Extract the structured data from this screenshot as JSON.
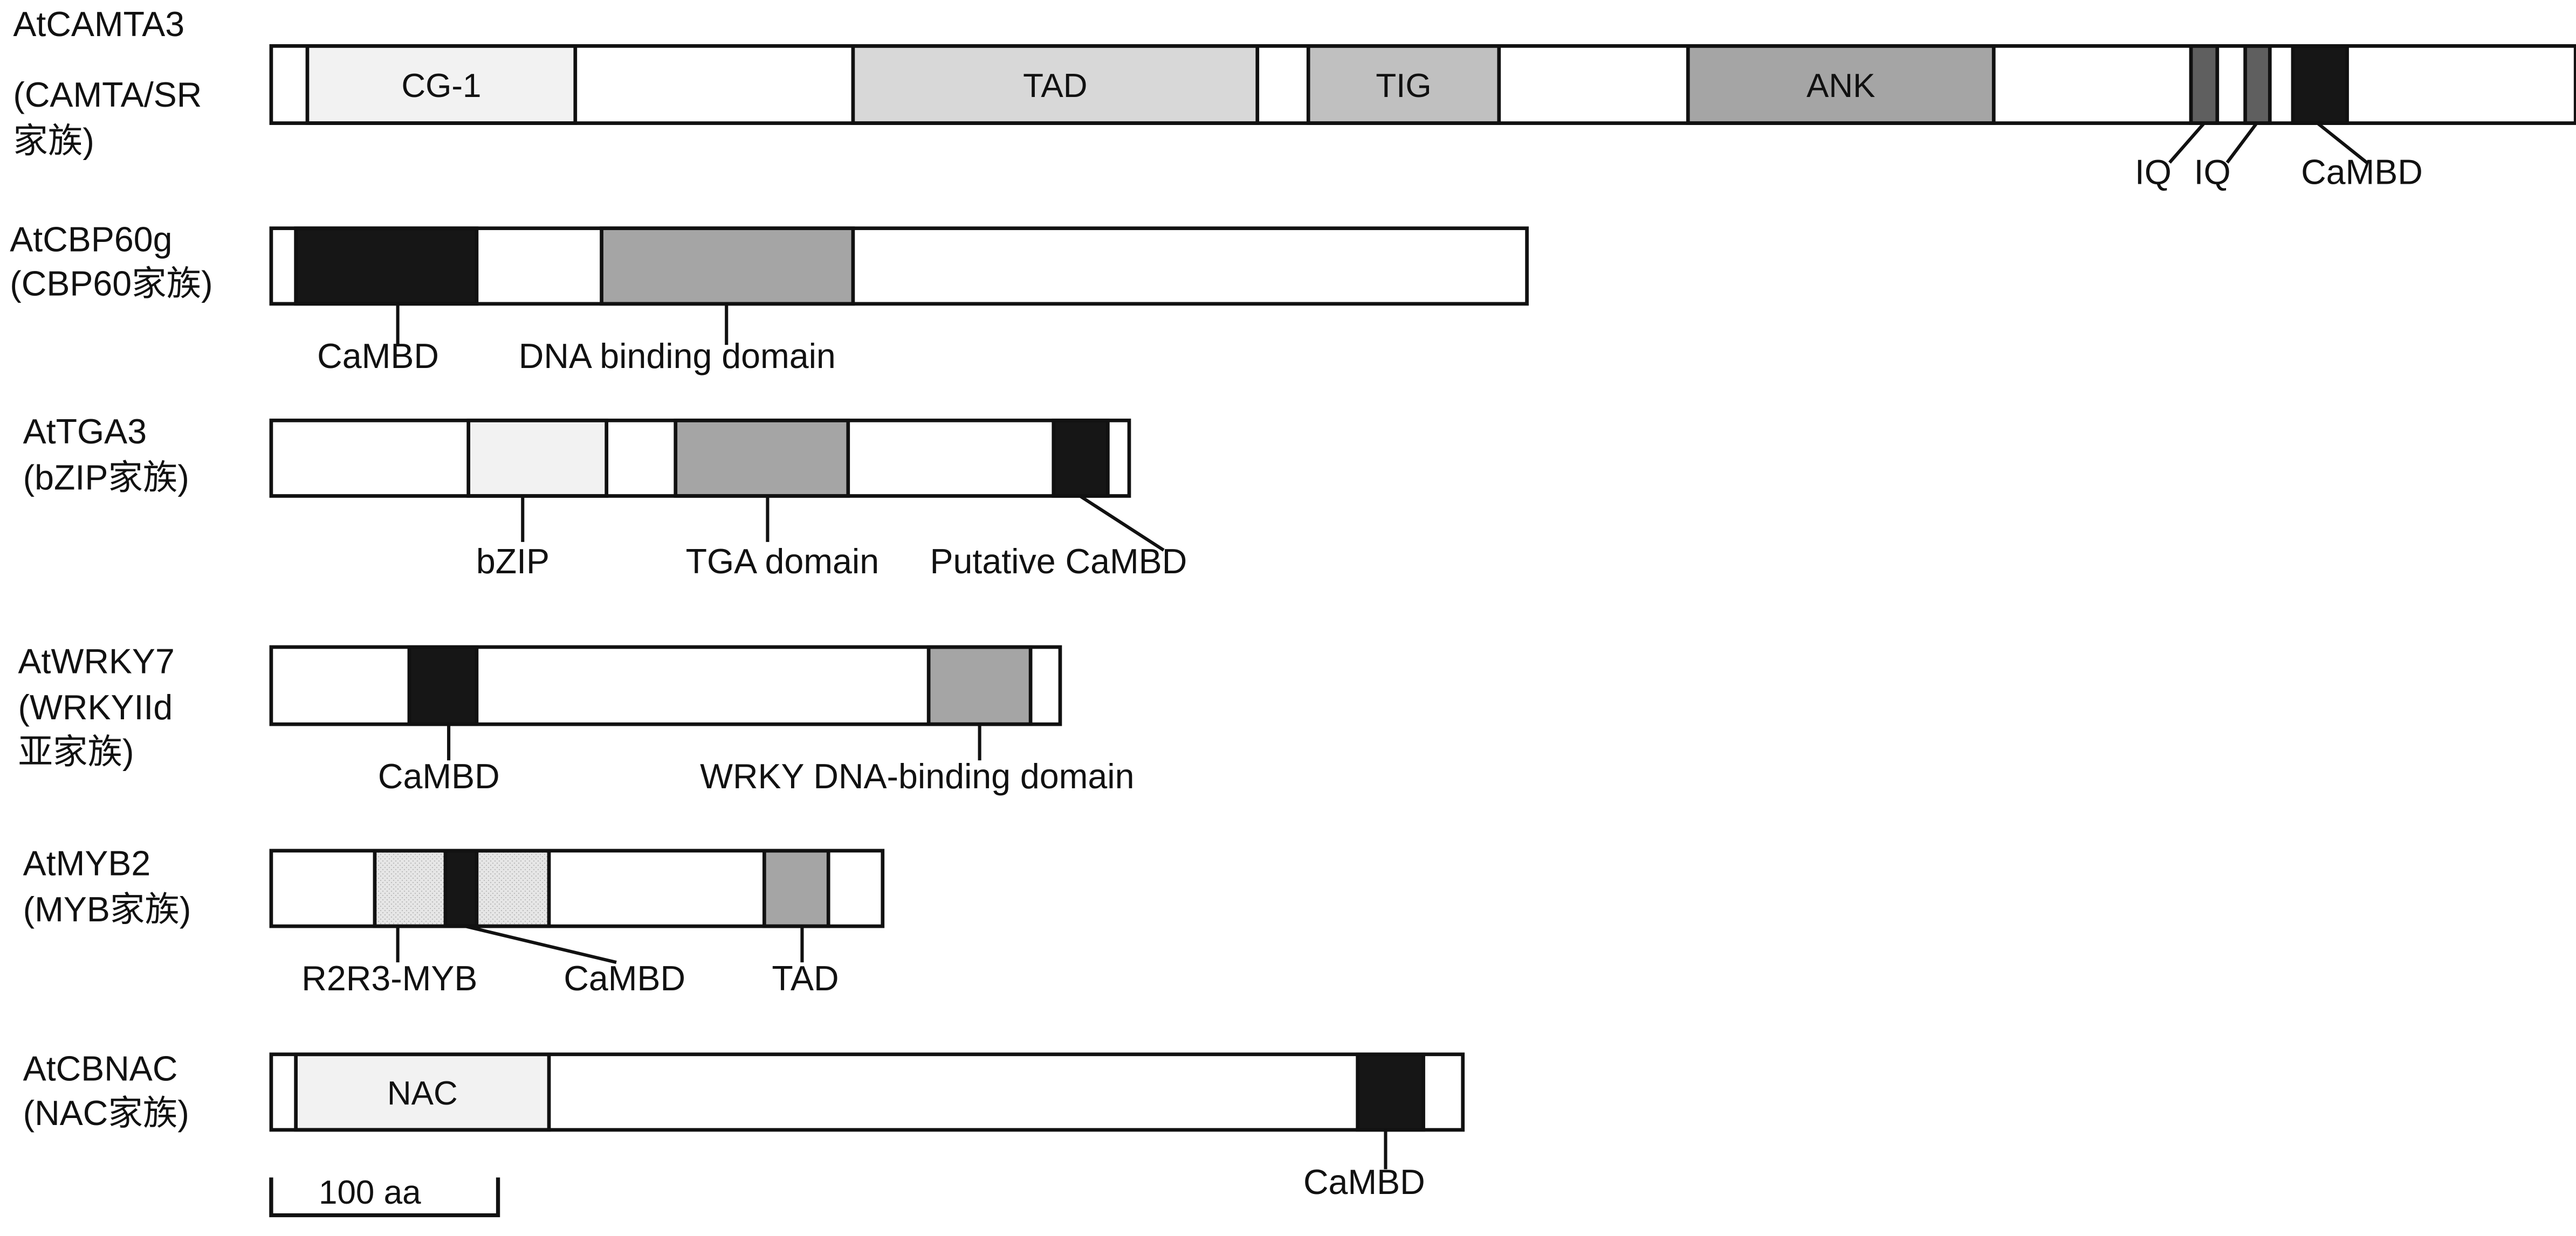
{
  "colors": {
    "outline": "#111111",
    "white": "#ffffff",
    "lightest": "#f2f2f2",
    "light": "#d8d8d8",
    "mid_light": "#c0c0c0",
    "mid": "#a5a5a5",
    "dark": "#5f5f5f",
    "black": "#161616",
    "dotted_bg": "#e4e4e4"
  },
  "proteins": [
    {
      "name": "AtCAMTA3",
      "family_lines": [
        "(CAMTA/SR",
        "家族)"
      ],
      "domains": [
        {
          "label": "CG-1",
          "fill": "lightest"
        },
        {
          "label": "TAD",
          "fill": "light"
        },
        {
          "label": "TIG",
          "fill": "mid_light"
        },
        {
          "label": "ANK",
          "fill": "mid"
        },
        {
          "label": "",
          "fill": "dark"
        },
        {
          "label": "",
          "fill": "dark"
        },
        {
          "label": "",
          "fill": "black"
        }
      ],
      "annotations": [
        "IQ",
        "IQ",
        "CaMBD"
      ]
    },
    {
      "name": "AtCBP60g",
      "family_lines": [
        "(CBP60家族)"
      ],
      "domains": [
        {
          "label": "",
          "fill": "black"
        },
        {
          "label": "",
          "fill": "mid"
        }
      ],
      "annotations": [
        "CaMBD",
        "DNA binding domain"
      ]
    },
    {
      "name": "AtTGA3",
      "family_lines": [
        "(bZIP家族)"
      ],
      "domains": [
        {
          "label": "",
          "fill": "lightest"
        },
        {
          "label": "",
          "fill": "mid"
        },
        {
          "label": "",
          "fill": "black"
        }
      ],
      "annotations": [
        "bZIP",
        "TGA domain",
        "Putative CaMBD"
      ]
    },
    {
      "name": "AtWRKY7",
      "family_lines": [
        "(WRKYIId",
        "亚家族)"
      ],
      "domains": [
        {
          "label": "",
          "fill": "black"
        },
        {
          "label": "",
          "fill": "mid"
        }
      ],
      "annotations": [
        "CaMBD",
        "WRKY DNA-binding domain"
      ]
    },
    {
      "name": "AtMYB2",
      "family_lines": [
        "(MYB家族)"
      ],
      "domains": [
        {
          "label": "",
          "fill": "dotted"
        },
        {
          "label": "",
          "fill": "black"
        },
        {
          "label": "",
          "fill": "mid"
        }
      ],
      "annotations": [
        "R2R3-MYB",
        "CaMBD",
        "TAD"
      ]
    },
    {
      "name": "AtCBNAC",
      "family_lines": [
        "(NAC家族)"
      ],
      "domains": [
        {
          "label": "NAC",
          "fill": "lightest"
        },
        {
          "label": "",
          "fill": "black"
        }
      ],
      "annotations": [
        "CaMBD"
      ]
    }
  ],
  "scale_bar": {
    "label": "100 aa"
  }
}
